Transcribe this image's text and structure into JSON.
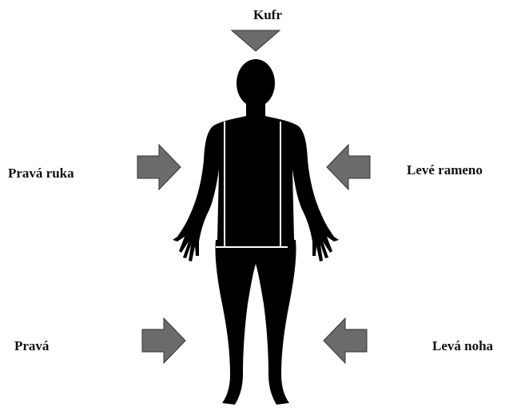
{
  "labels": {
    "top": "Kufr",
    "right_arm": "Pravá ruka",
    "left_shoulder": "Levé rameno",
    "right_leg": "Pravá",
    "left_leg": "Levá noha"
  },
  "colors": {
    "arrow_fill": "#6b6b6b",
    "arrow_stroke": "#333333",
    "silhouette": "#000000",
    "segment_lines": "#ffffff"
  }
}
